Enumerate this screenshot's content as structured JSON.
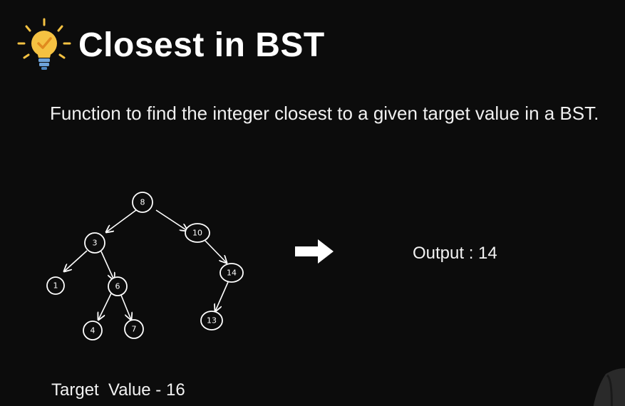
{
  "title": "Closest in BST",
  "description": "Function to find the integer closest to a given target value in a BST.",
  "output_text": "Output : 14",
  "target_text": "Target  Value - 16",
  "icons": {
    "title_icon": "lightbulb-check-icon",
    "arrow_icon": "right-arrow-icon"
  },
  "tree": {
    "nodes": [
      {
        "id": "n8",
        "label": "8"
      },
      {
        "id": "n3",
        "label": "3"
      },
      {
        "id": "n10",
        "label": "10"
      },
      {
        "id": "n1",
        "label": "1"
      },
      {
        "id": "n6",
        "label": "6"
      },
      {
        "id": "n14",
        "label": "14"
      },
      {
        "id": "n4",
        "label": "4"
      },
      {
        "id": "n7",
        "label": "7"
      },
      {
        "id": "n13",
        "label": "13"
      }
    ],
    "edges": [
      [
        "n8",
        "n3"
      ],
      [
        "n8",
        "n10"
      ],
      [
        "n3",
        "n1"
      ],
      [
        "n3",
        "n6"
      ],
      [
        "n10",
        "n14"
      ],
      [
        "n6",
        "n4"
      ],
      [
        "n6",
        "n7"
      ],
      [
        "n14",
        "n13"
      ]
    ]
  },
  "colors": {
    "background": "#0c0c0c",
    "text": "#f2f2f2",
    "bulb_yellow": "#f5c242",
    "bulb_base": "#6fa3d8"
  }
}
